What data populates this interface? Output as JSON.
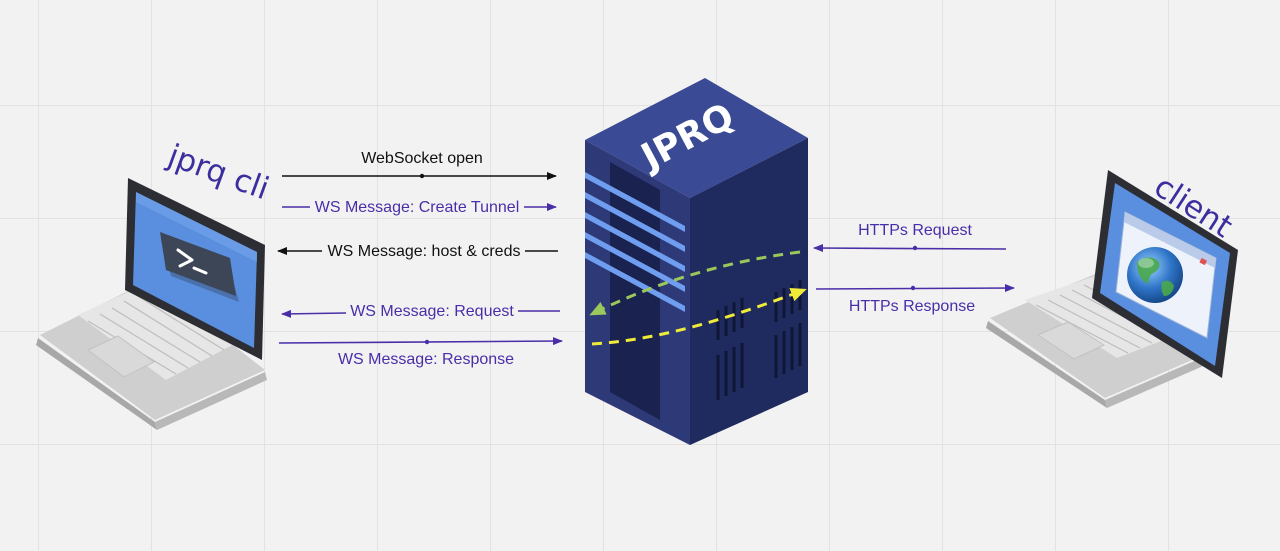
{
  "server": {
    "name": "JPRQ"
  },
  "left_device": {
    "label": "jprq cli"
  },
  "right_device": {
    "label": "client"
  },
  "messages": {
    "ws_open": "WebSocket open",
    "ws_create_tunnel": "WS Message: Create Tunnel",
    "ws_host_creds": "WS Message: host & creds",
    "ws_request": "WS Message: Request",
    "ws_response": "WS Message: Response",
    "https_request": "HTTPs Request",
    "https_response": "HTTPs Response"
  },
  "colors": {
    "black_arrow": "#111111",
    "purple_arrow": "#4a2ea8",
    "server_body": "#2e3a78",
    "server_light": "#6f9ef0",
    "green_dash": "#9ac85a",
    "yellow_dash": "#f0ea3a"
  },
  "icons": {
    "terminal": "terminal-icon",
    "browser": "browser-globe-icon"
  }
}
